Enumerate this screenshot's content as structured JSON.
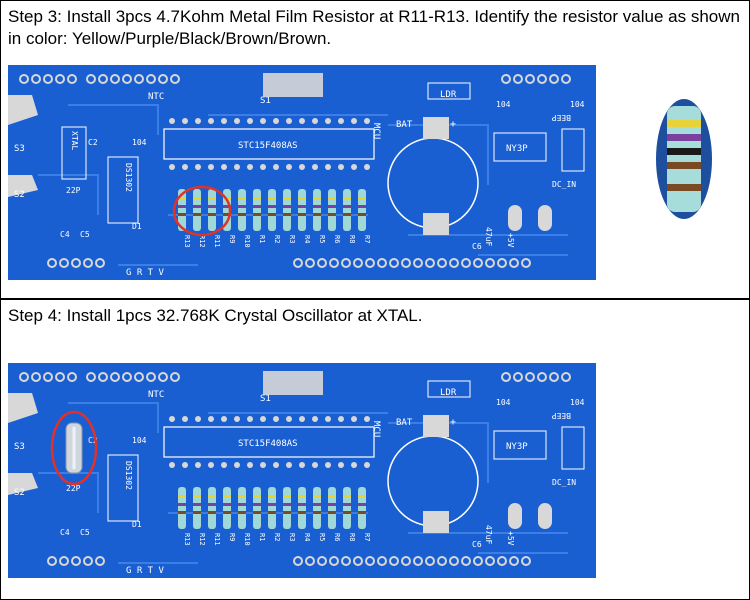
{
  "steps": [
    {
      "text": "Step 3: Install 3pcs 4.7Kohm Metal Film Resistor at R11-R13. Identify the resistor value as shown in color: Yellow/Purple/Black/Brown/Brown."
    },
    {
      "text": "Step 4: Install 1pcs 32.768K Crystal Oscillator at XTAL."
    }
  ],
  "pcb": {
    "chip": "STC15F408AS",
    "ntc": "NTC",
    "s1": "S1",
    "ldr": "LDR",
    "mcu": "MCU",
    "bat": "BAT",
    "plus": "+",
    "c104a": "104",
    "c104b": "104",
    "c104c": "104",
    "beep": "BEEP",
    "ny3p": "NY3P",
    "dcin": "DC_IN",
    "s3": "S3",
    "s2": "S2",
    "xtal": "XTAL",
    "c2": "C2",
    "c2val": "104",
    "ds1302": "DS1302",
    "p22": "22P",
    "c4": "C4",
    "c5": "C5",
    "d1": "D1",
    "c6": "C6",
    "c6val": "47uF",
    "v5": "+5V",
    "grtv": "G  R  T  V",
    "rlabels": [
      "R13",
      "R12",
      "R11",
      "R9",
      "R10",
      "R1",
      "R2",
      "R3",
      "R4",
      "R5",
      "R6",
      "R8",
      "R7"
    ]
  },
  "colors": {
    "pcb": "#1a5fd1",
    "pad": "#d8d8d8",
    "silk": "#ffffff",
    "highlight": "#e0322a",
    "resistor": "#9fd8d6"
  }
}
